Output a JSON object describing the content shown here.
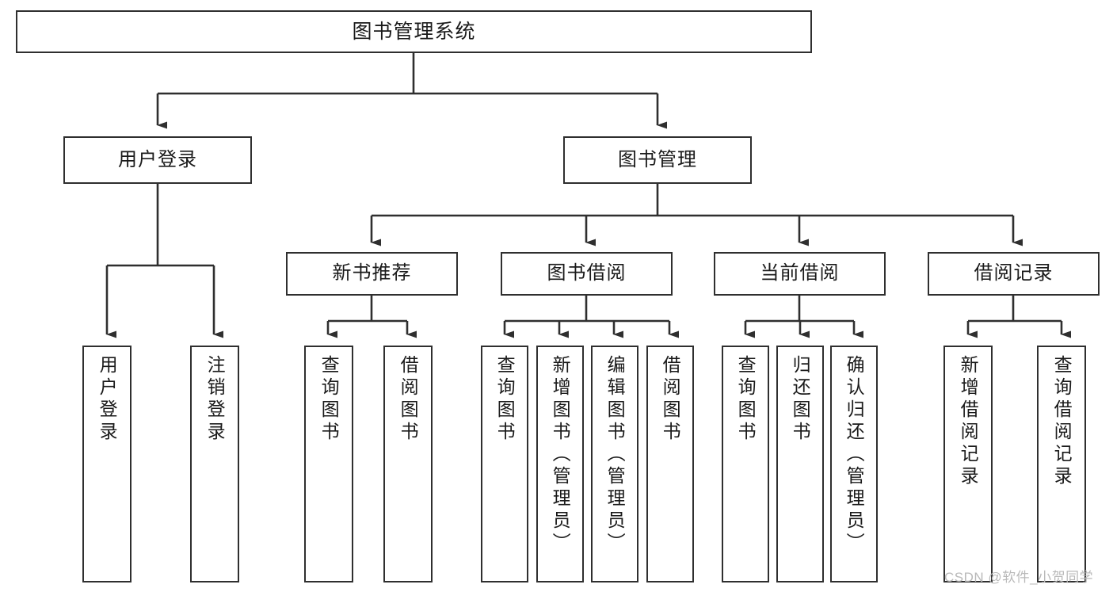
{
  "diagram": {
    "title": "图书管理系统",
    "type": "tree-hierarchy-chart",
    "style": {
      "box_border_color": "#2f2f2f",
      "box_fill_color": "#ffffff",
      "line_color": "#2f2f2f",
      "text_color": "#1a1a1a",
      "background": "#ffffff"
    },
    "levels": {
      "root": "图书管理系统",
      "level1": [
        "用户登录",
        "图书管理"
      ],
      "level2": [
        "新书推荐",
        "图书借阅",
        "当前借阅",
        "借阅记录"
      ]
    }
  },
  "nodes": {
    "root": {
      "label": "图书管理系统"
    },
    "user_login": {
      "label": "用户登录"
    },
    "book_manage": {
      "label": "图书管理"
    },
    "new_book_rec": {
      "label": "新书推荐"
    },
    "book_borrow": {
      "label": "图书借阅"
    },
    "current_borrow": {
      "label": "当前借阅"
    },
    "borrow_record": {
      "label": "借阅记录"
    }
  },
  "leaves": {
    "user_login_children": [
      {
        "label": "用户登录"
      },
      {
        "label": "注销登录"
      }
    ],
    "new_book_rec_children": [
      {
        "label": "查询图书"
      },
      {
        "label": "借阅图书"
      }
    ],
    "book_borrow_children": [
      {
        "label": "查询图书"
      },
      {
        "label": "新增图书（管理员）"
      },
      {
        "label": "编辑图书（管理员）"
      },
      {
        "label": "借阅图书"
      }
    ],
    "current_borrow_children": [
      {
        "label": "查询图书"
      },
      {
        "label": "归还图书"
      },
      {
        "label": "确认归还（管理员）"
      }
    ],
    "borrow_record_children": [
      {
        "label": "新增借阅记录"
      },
      {
        "label": "查询借阅记录"
      }
    ]
  },
  "watermark": {
    "text": "CSDN @软件_小贺同学"
  }
}
